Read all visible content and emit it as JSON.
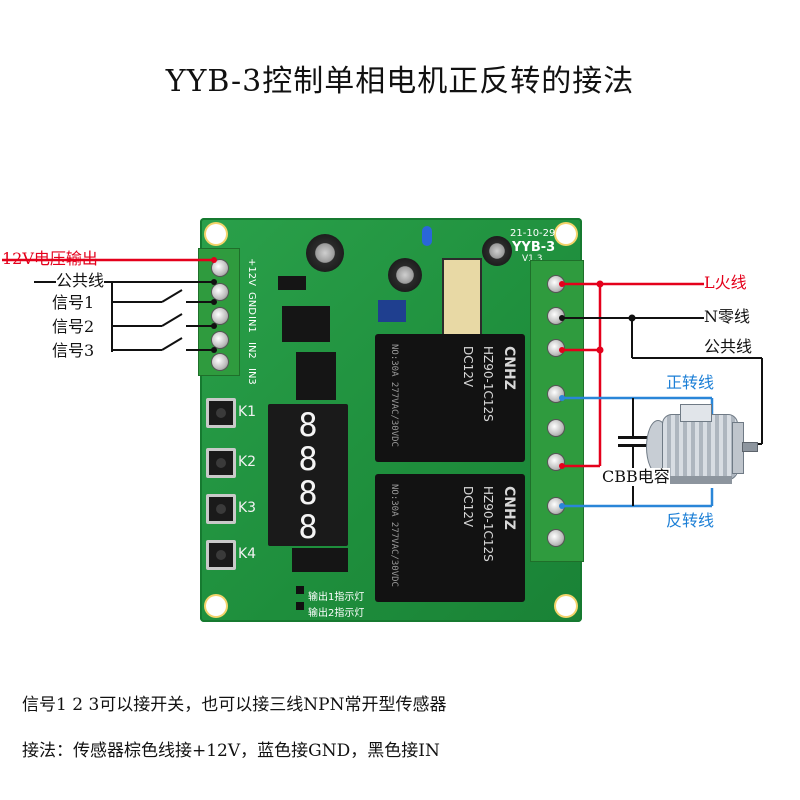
{
  "title": "YYB-3控制单相电机正反转的接法",
  "left_labels": {
    "v12": "12V电压输出",
    "common": "公共线",
    "sig1": "信号1",
    "sig2": "信号2",
    "sig3": "信号3"
  },
  "right_labels": {
    "l_line": "L火线",
    "n_line": "N零线",
    "common": "公共线",
    "forward": "正转线",
    "reverse": "反转线",
    "capacitor": "CBB电容"
  },
  "board": {
    "model": "YYB-3",
    "version": "V1.3",
    "date": "21-10-29",
    "pins": [
      "+12V",
      "GND",
      "IN1",
      "IN2",
      "IN3"
    ],
    "keys": [
      "K1",
      "K2",
      "K3",
      "K4"
    ],
    "display_digits": [
      "8",
      "8",
      "8",
      "8"
    ],
    "indicator1": "输出1指示灯",
    "indicator2": "输出2指示灯",
    "relay_brand": "CNHZ",
    "relay_model": "HZ90-1C12S",
    "relay_voltage": "DC12V",
    "relay_spec": "NO:30A 277VAC/30VDC"
  },
  "notes": {
    "line1": "信号1 2 3可以接开关，也可以接三线NPN常开型传感器",
    "line2": "接法：传感器棕色线接+12V，蓝色接GND，黑色接IN"
  },
  "colors": {
    "red_wire": "#e4001b",
    "black_wire": "#111111",
    "blue_wire": "#2a86d8",
    "pcb": "#1e8e3c"
  }
}
